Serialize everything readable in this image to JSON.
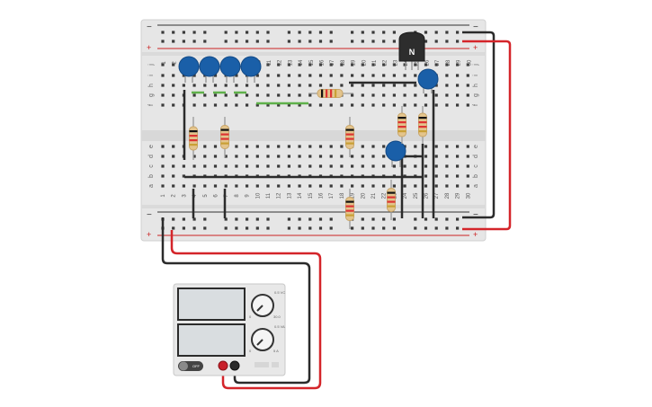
{
  "breadboard": {
    "rail_plus": "+",
    "rail_minus": "−",
    "columns_top": [
      "1",
      "2",
      "3",
      "4",
      "5",
      "6",
      "7",
      "8",
      "9",
      "10",
      "11",
      "12",
      "13",
      "14",
      "15",
      "16",
      "17",
      "18",
      "19",
      "20",
      "21",
      "22",
      "23",
      "24",
      "25",
      "26",
      "27",
      "28",
      "29",
      "30"
    ],
    "columns_bottom": [
      "1",
      "2",
      "3",
      "4",
      "5",
      "6",
      "7",
      "8",
      "9",
      "10",
      "11",
      "12",
      "13",
      "14",
      "15",
      "16",
      "17",
      "18",
      "19",
      "20",
      "21",
      "22",
      "23",
      "24",
      "25",
      "26",
      "27",
      "28",
      "29",
      "30"
    ],
    "rows_top": [
      "j",
      "i",
      "h",
      "g",
      "f"
    ],
    "rows_bottom": [
      "e",
      "d",
      "c",
      "b",
      "a"
    ]
  },
  "transistor": {
    "label": "N"
  },
  "power_supply": {
    "switch_label": "OFF",
    "knob1_top": "0.5 VC",
    "knob1_side_left": "0",
    "knob1_side_right": "30.0",
    "knob2_top": "0.5 VA",
    "knob2_side_left": "0",
    "knob2_side_right": "5 A"
  },
  "colors": {
    "wire_red": "#d4252a",
    "wire_black": "#2b2b2b",
    "wire_green": "#5fb14a",
    "capacitor_blue": "#1a5fa8",
    "resistor_body": "#e3c48c"
  }
}
